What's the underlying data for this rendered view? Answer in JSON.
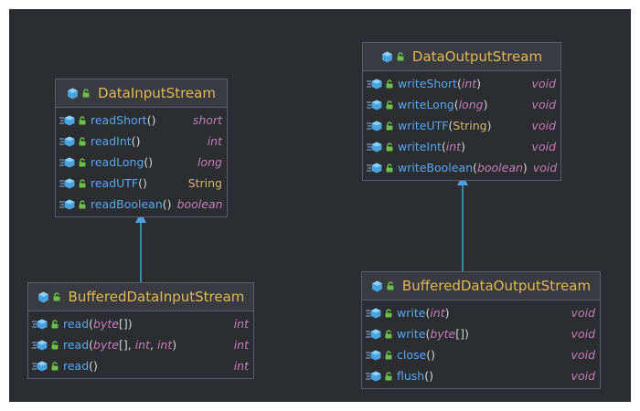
{
  "diagram": {
    "classes": {
      "data_input_stream": {
        "name": "DataInputStream",
        "methods": [
          {
            "name": "readShort",
            "params": [],
            "return": "short"
          },
          {
            "name": "readInt",
            "params": [],
            "return": "int"
          },
          {
            "name": "readLong",
            "params": [],
            "return": "long"
          },
          {
            "name": "readUTF",
            "params": [],
            "return": "String"
          },
          {
            "name": "readBoolean",
            "params": [],
            "return": "boolean"
          }
        ]
      },
      "data_output_stream": {
        "name": "DataOutputStream",
        "methods": [
          {
            "name": "writeShort",
            "params": [
              "int"
            ],
            "return": "void"
          },
          {
            "name": "writeLong",
            "params": [
              "long"
            ],
            "return": "void"
          },
          {
            "name": "writeUTF",
            "params": [
              "String"
            ],
            "return": "void"
          },
          {
            "name": "writeInt",
            "params": [
              "int"
            ],
            "return": "void"
          },
          {
            "name": "writeBoolean",
            "params": [
              "boolean"
            ],
            "return": "void"
          }
        ]
      },
      "buffered_data_input_stream": {
        "name": "BufferedDataInputStream",
        "methods": [
          {
            "name": "read",
            "params": [
              "byte[]"
            ],
            "return": "int"
          },
          {
            "name": "read",
            "params": [
              "byte[]",
              "int",
              "int"
            ],
            "return": "int"
          },
          {
            "name": "read",
            "params": [],
            "return": "int"
          }
        ]
      },
      "buffered_data_output_stream": {
        "name": "BufferedDataOutputStream",
        "methods": [
          {
            "name": "write",
            "params": [
              "int"
            ],
            "return": "void"
          },
          {
            "name": "write",
            "params": [
              "byte[]"
            ],
            "return": "void"
          },
          {
            "name": "close",
            "params": [],
            "return": "void"
          },
          {
            "name": "flush",
            "params": [],
            "return": "void"
          }
        ]
      }
    },
    "relations": [
      {
        "from": "buffered_data_input_stream",
        "to": "data_input_stream",
        "type": "inheritance"
      },
      {
        "from": "buffered_data_output_stream",
        "to": "data_output_stream",
        "type": "inheritance"
      }
    ],
    "colors": {
      "background": "#2b2d30",
      "header": "#393b40",
      "border": "#5a5d63",
      "class_name": "#e0b955",
      "method": "#56a8f5",
      "keyword_type": "#c77dbb",
      "class_type": "#d6b96b",
      "arrow": "#4e9fde"
    },
    "icons": {
      "class": "class-icon",
      "visibility": "public-lock-icon",
      "method": "method-icon"
    }
  }
}
